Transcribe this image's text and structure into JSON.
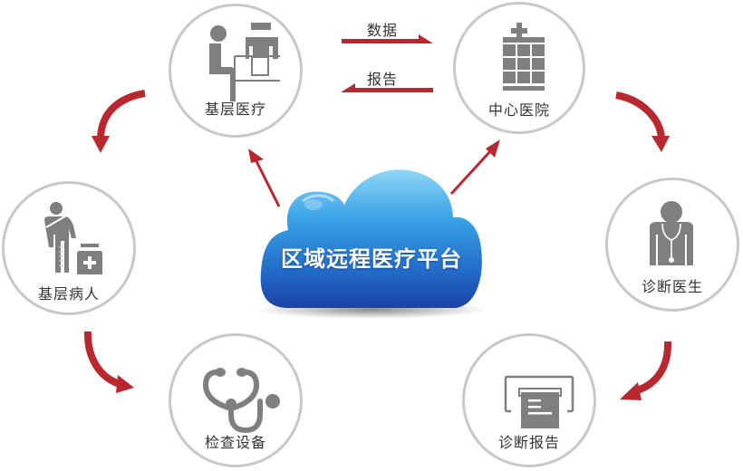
{
  "colors": {
    "arrow": "#b8282e",
    "circle_border": "#c8c8c8",
    "icon_gray": "#7f7f7f",
    "label_text": "#333333",
    "cloud_light": "#7ccbf0",
    "cloud_mid": "#2a8fdc",
    "cloud_dark": "#1e4fae"
  },
  "center": {
    "label": "区域远程医疗平台",
    "icon": "cloud-icon"
  },
  "nodes": [
    {
      "id": "primary-care",
      "label": "基层医疗",
      "icon": "doctor-consultation-icon"
    },
    {
      "id": "central-hospital",
      "label": "中心医院",
      "icon": "hospital-building-icon"
    },
    {
      "id": "diagnosing-doctor",
      "label": "诊断医生",
      "icon": "doctor-stethoscope-icon"
    },
    {
      "id": "diagnosis-report",
      "label": "诊断报告",
      "icon": "printer-report-icon"
    },
    {
      "id": "exam-equipment",
      "label": "检查设备",
      "icon": "stethoscope-icon"
    },
    {
      "id": "primary-patient",
      "label": "基层病人",
      "icon": "injured-patient-icon"
    }
  ],
  "flows": {
    "data_label": "数据",
    "report_label": "报告"
  }
}
